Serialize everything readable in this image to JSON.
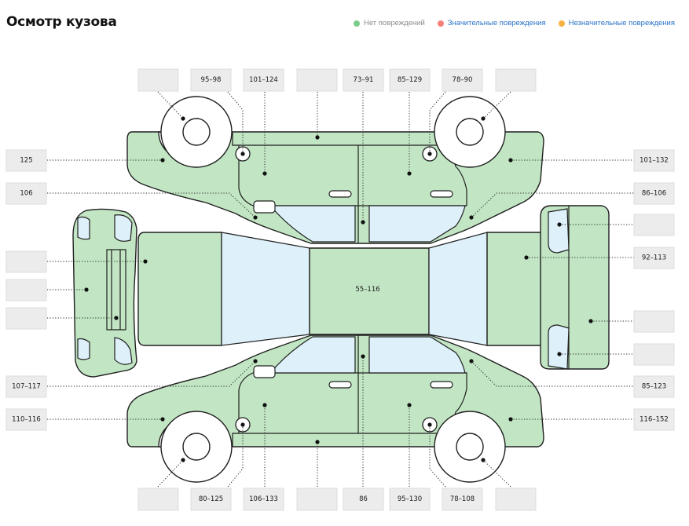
{
  "header": {
    "title": "Осмотр кузова"
  },
  "legend": {
    "items": [
      {
        "label": "Нет повреждений",
        "color": "#7ccd8a"
      },
      {
        "label": "Значительные повреждения",
        "color": "#f4827a"
      },
      {
        "label": "Незначительные повреждения",
        "color": "#f6b145"
      }
    ]
  },
  "roof_value": "55–116",
  "top_row": [
    "",
    "95–98",
    "101–124",
    "",
    "73–91",
    "85–129",
    "78–90",
    ""
  ],
  "bottom_row": [
    "",
    "80–125",
    "106–133",
    "",
    "86",
    "95–130",
    "78–108",
    ""
  ],
  "left_col": [
    "125",
    "106",
    "",
    "",
    "",
    "107–117",
    "110–116"
  ],
  "right_col": [
    "101–132",
    "86–106",
    "",
    "92–113",
    "",
    "",
    "85–123",
    "116–152"
  ]
}
